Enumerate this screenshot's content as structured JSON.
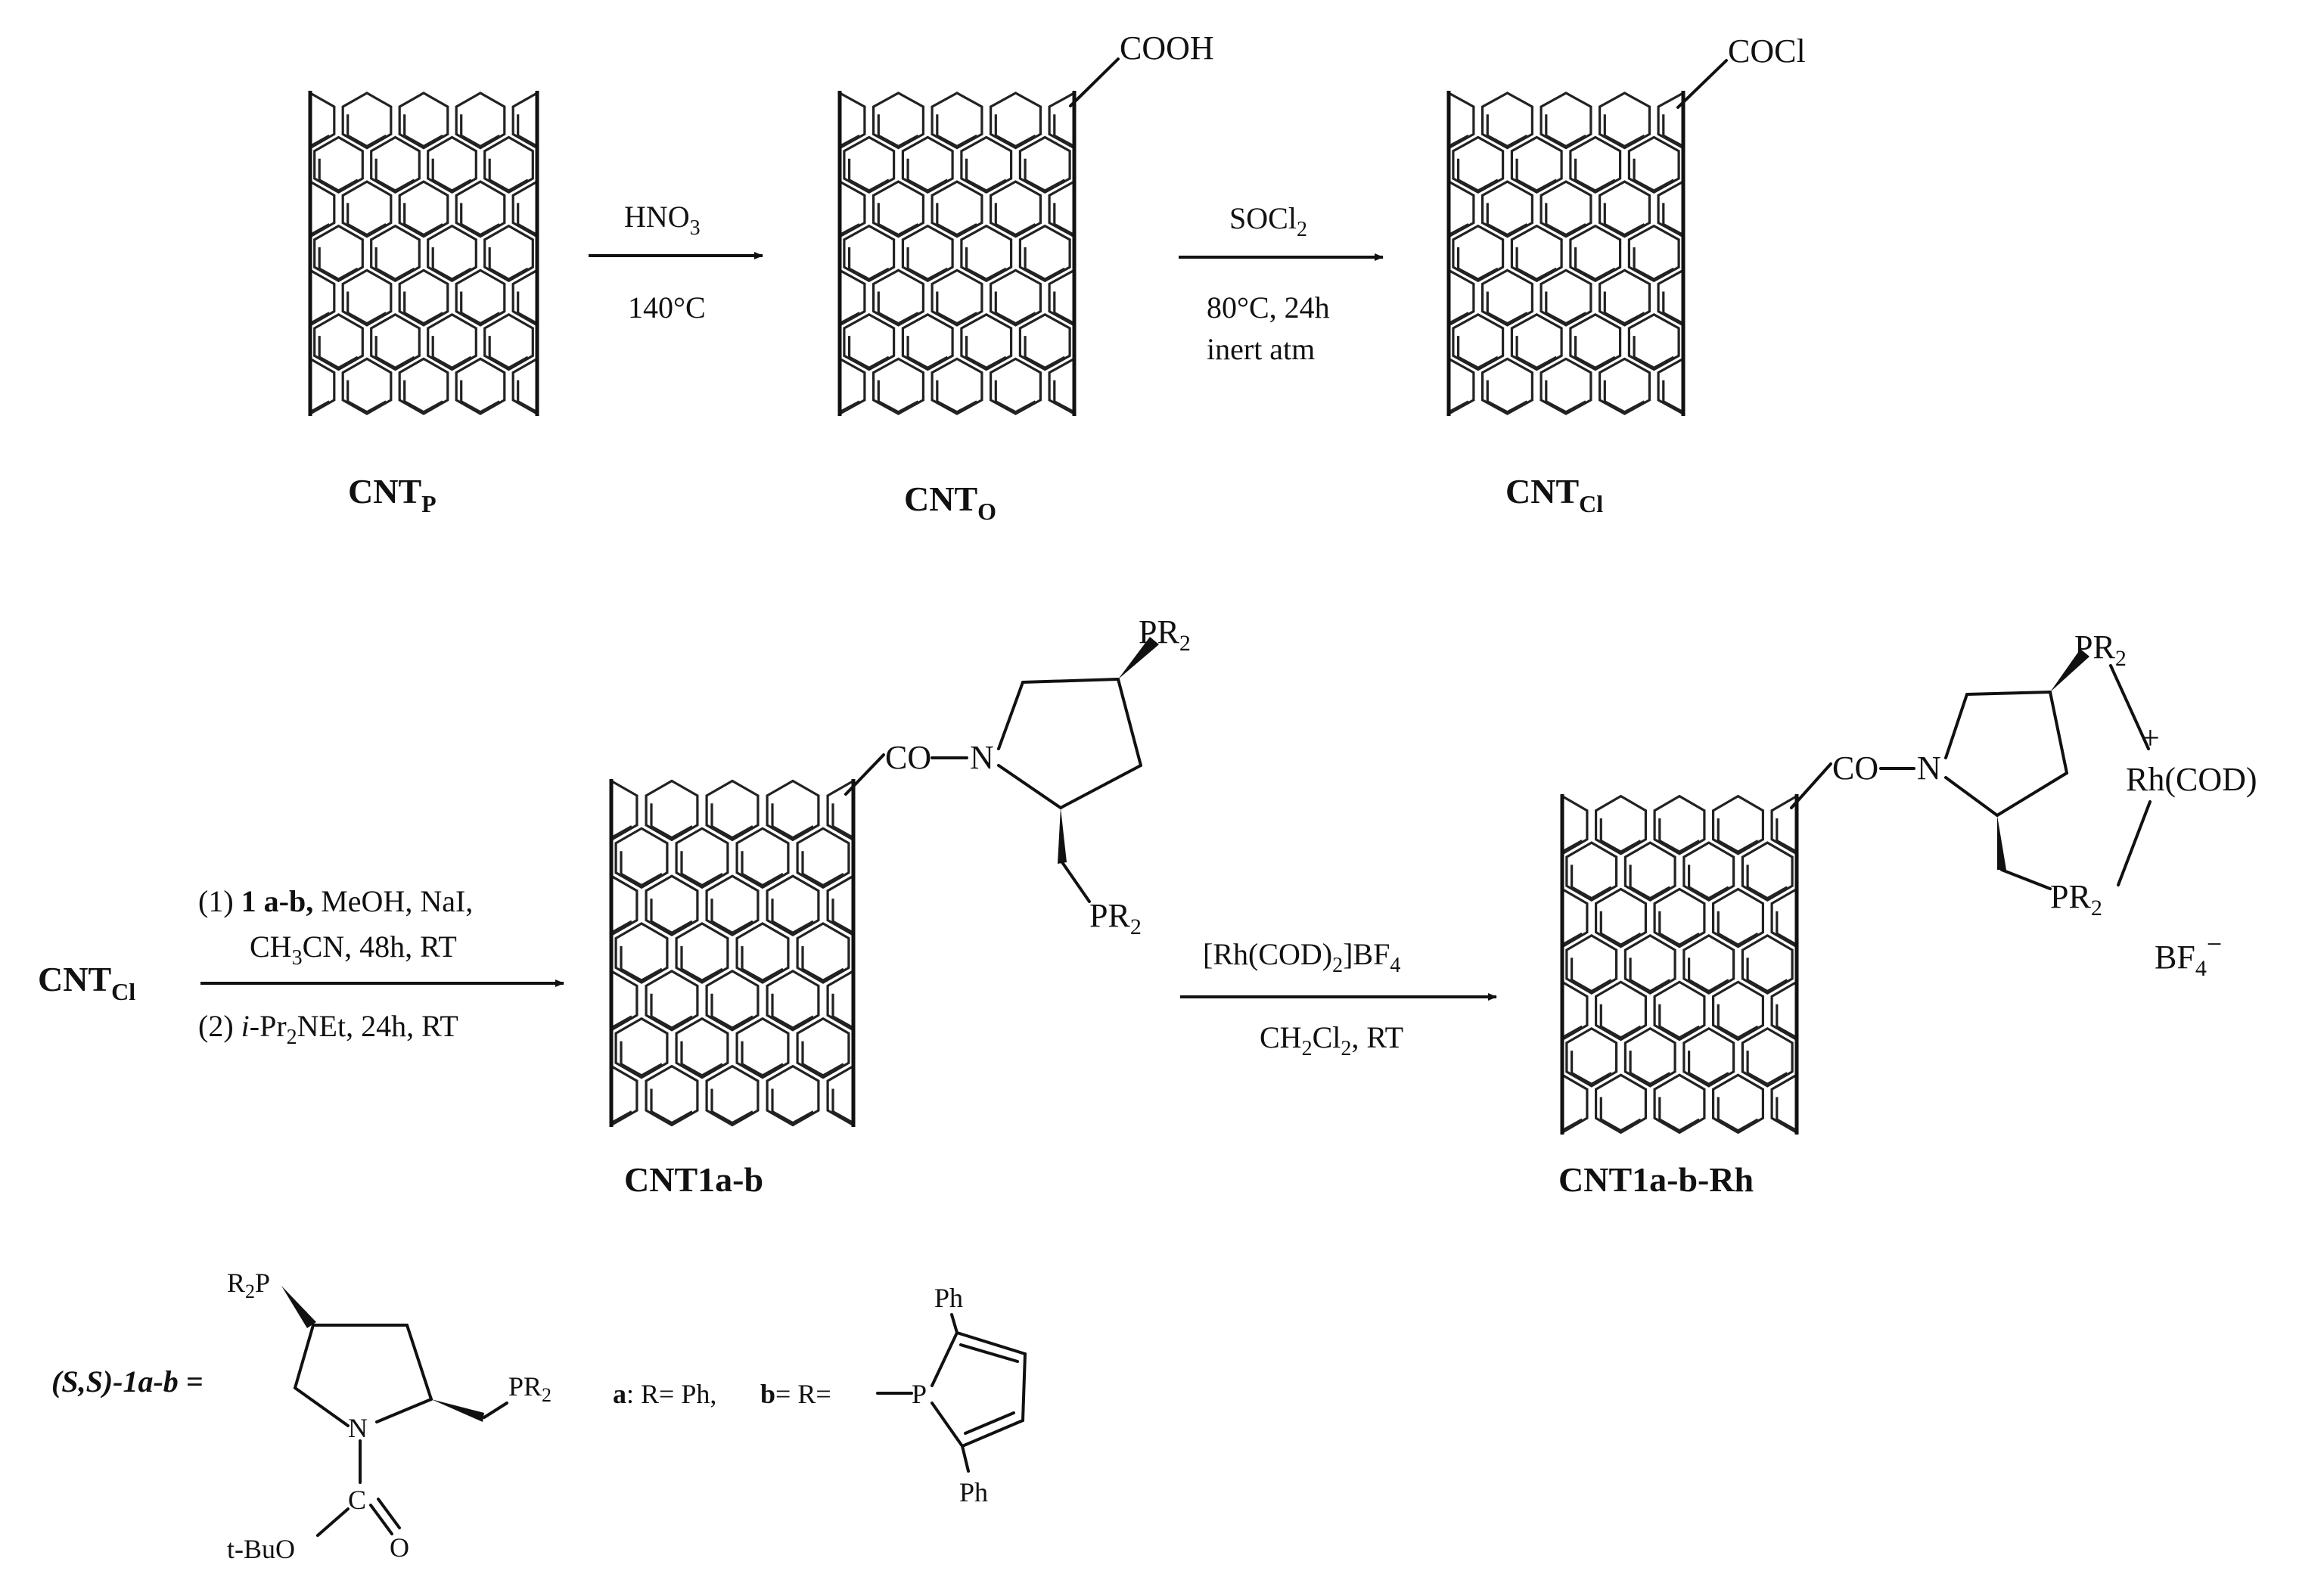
{
  "row1": {
    "cnt_p": {
      "base": "CNT",
      "sub": "P"
    },
    "cnt_o": {
      "base": "CNT",
      "sub": "O",
      "group": "COOH"
    },
    "cnt_cl": {
      "base": "CNT",
      "sub": "Cl",
      "group": "COCl"
    },
    "step1": {
      "reagent_base": "HNO",
      "reagent_sub": "3",
      "condition": "140°C"
    },
    "step2": {
      "reagent_base": "SOCl",
      "reagent_sub": "2",
      "condition1": "80°C, 24h",
      "condition2": "inert atm"
    }
  },
  "row2": {
    "start": {
      "base": "CNT",
      "sub": "Cl"
    },
    "step3": {
      "line1_a": "(1) ",
      "line1_bold": "1 a-b,",
      "line1_b": " MeOH, NaI,",
      "line2_a": "CH",
      "line2_sub1": "3",
      "line2_b": "CN, 48h, RT",
      "line3_a": "(2) ",
      "line3_it": "i",
      "line3_b": "-Pr",
      "line3_sub": "2",
      "line3_c": "NEt, 24h, RT"
    },
    "product1": {
      "label": "CNT1a-b",
      "co": "CO",
      "n": "N",
      "pr2_top": "PR",
      "pr2_bottom": "PR",
      "sub2": "2"
    },
    "step4": {
      "line1_a": "[Rh(COD)",
      "line1_sub1": "2",
      "line1_b": "]BF",
      "line1_sub2": "4",
      "line2_a": "CH",
      "line2_sub1": "2",
      "line2_b": "Cl",
      "line2_sub2": "2",
      "line2_c": ", RT"
    },
    "product2": {
      "label": "CNT1a-b-Rh",
      "co": "CO",
      "n": "N",
      "pr2_top": "PR",
      "pr2_bottom": "PR",
      "sub2": "2",
      "rh": "Rh(COD)",
      "charge": "+",
      "anion": "BF",
      "anion_sub": "4",
      "anion_charge": "−"
    }
  },
  "legend": {
    "ligand_label": "(S,S)-1a-b =",
    "r2p": "R",
    "r2p_sub": "2",
    "r2p_p": "P",
    "pr2": "PR",
    "pr2_sub": "2",
    "n": "N",
    "c": "C",
    "o": "O",
    "tbuo": "t-BuO",
    "a_bold": "a",
    "a_text": ": R= Ph,",
    "b_bold": "b",
    "b_text": "= R=",
    "p": "P",
    "ph_top": "Ph",
    "ph_bottom": "Ph"
  }
}
